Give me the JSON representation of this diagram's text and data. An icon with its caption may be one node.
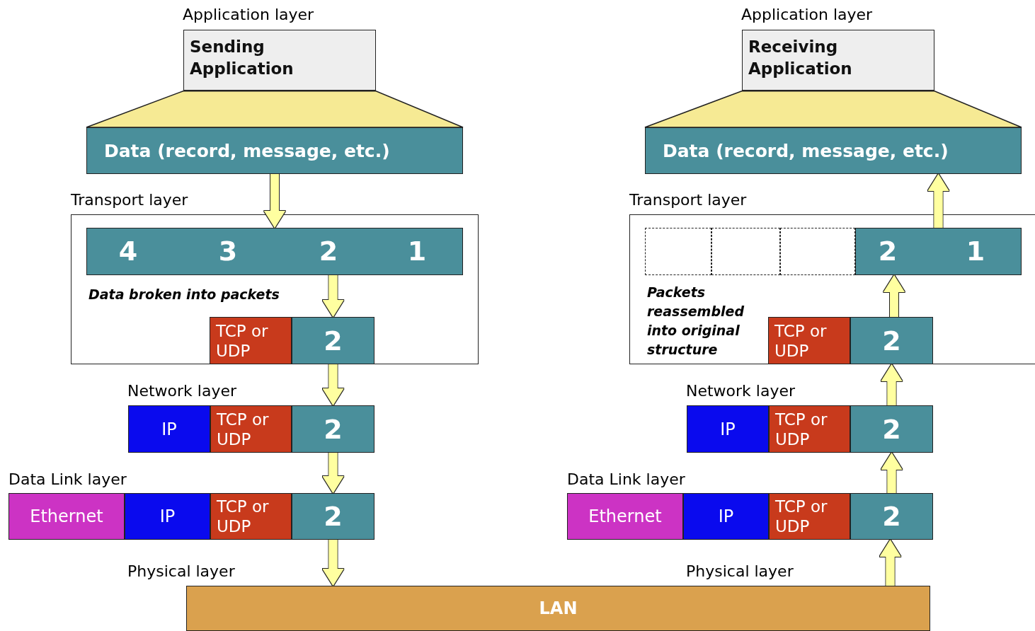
{
  "diagram": {
    "nodes": [
      {
        "text": [
          "Application layer",
          "Sending Application"
        ]
      },
      {
        "text": [
          "Data (record, message, etc.)"
        ]
      },
      {
        "text": [
          "Transport layer"
        ]
      },
      {
        "text": [
          "4",
          "3",
          "2",
          "1"
        ],
        "in": 2
      },
      {
        "text": [
          "TCP or UDP"
        ],
        "in": 2
      },
      {
        "text": [
          "2"
        ],
        "in": 2
      },
      {
        "text": [
          "IP"
        ]
      },
      {
        "text": [
          "TCP or UDP"
        ]
      },
      {
        "text": [
          "2"
        ]
      },
      {
        "text": [
          "Ethernet"
        ]
      },
      {
        "text": [
          "IP"
        ]
      },
      {
        "text": [
          "TCP or UDP"
        ]
      },
      {
        "text": [
          "2"
        ]
      },
      {
        "text": [
          "LAN"
        ]
      },
      {
        "text": [
          "Application layer",
          "Receiving Application"
        ]
      },
      {
        "text": [
          "Data (record, message, etc.)"
        ]
      },
      {
        "text": [
          "Transport layer"
        ]
      },
      {
        "text": [],
        "shape": "box",
        "in": 16
      },
      {
        "text": [],
        "shape": "box",
        "in": 16
      },
      {
        "text": [],
        "shape": "box",
        "in": 16
      },
      {
        "text": [
          "2",
          "1"
        ],
        "in": 16
      },
      {
        "text": [
          "TCP or UDP"
        ],
        "in": 16
      },
      {
        "text": [
          "2"
        ],
        "in": 16
      },
      {
        "text": [
          "IP"
        ]
      },
      {
        "text": [
          "TCP or UDP"
        ]
      },
      {
        "text": [
          "2"
        ]
      },
      {
        "text": [
          "Ethernet"
        ]
      },
      {
        "text": [
          "IP"
        ]
      },
      {
        "text": [
          "TCP or UDP"
        ]
      },
      {
        "text": [
          "2"
        ]
      },
      {
        "text": [],
        "shape": "trapezoid"
      },
      {
        "text": [],
        "shape": "trapezoid"
      }
    ],
    "edges": [
      {
        "from": 1,
        "to": 3,
        "arrow": "to"
      },
      {
        "from": 3,
        "to": 5,
        "arrow": "to"
      },
      {
        "from": 5,
        "to": 8,
        "arrow": "to"
      },
      {
        "from": 8,
        "to": 12,
        "arrow": "to"
      },
      {
        "from": 12,
        "to": 13,
        "arrow": "to"
      },
      {
        "from": 13,
        "to": 29,
        "arrow": "to"
      },
      {
        "from": 29,
        "to": 25,
        "arrow": "to"
      },
      {
        "from": 25,
        "to": 22,
        "arrow": "to"
      },
      {
        "from": 22,
        "to": 20,
        "arrow": "to"
      },
      {
        "from": 20,
        "to": 15,
        "arrow": "to"
      }
    ],
    "labels": [
      "Data broken into packets",
      "Network layer",
      "Data Link layer",
      "Physical layer",
      "Packets reassembled into original structure",
      "Network layer",
      "Data Link layer",
      "Physical layer"
    ]
  }
}
